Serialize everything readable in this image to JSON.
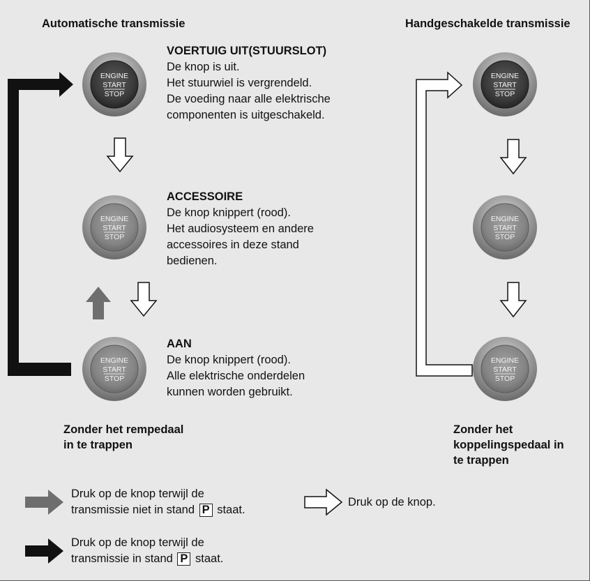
{
  "automatic": {
    "title": "Automatische transmissie",
    "states": [
      {
        "heading": "VOERTUIG UIT(STUURSLOT)",
        "lines": [
          "De knop is uit.",
          "Het stuurwiel is vergrendeld.",
          "De voeding naar alle elektrische",
          "componenten is uitgeschakeld."
        ]
      },
      {
        "heading": "ACCESSOIRE",
        "lines": [
          "De knop knippert (rood).",
          "Het audiosysteem en andere",
          "accessoires in deze stand",
          "bedienen."
        ]
      },
      {
        "heading": "AAN",
        "lines": [
          "De knop knippert (rood).",
          "Alle elektrische onderdelen",
          "kunnen worden gebruikt."
        ]
      }
    ],
    "footer": [
      "Zonder het rempedaal",
      "in te trappen"
    ]
  },
  "manual": {
    "title": "Handgeschakelde transmissie",
    "footer": [
      "Zonder het",
      "koppelingspedaal in",
      "te trappen"
    ]
  },
  "button_label": {
    "line1": "ENGINE",
    "line2": "START",
    "line3": "STOP"
  },
  "legend": {
    "gray_arrow": {
      "line1": "Druk op de knop terwijl de",
      "line2_before": "transmissie niet in stand",
      "key": "P",
      "line2_after": "staat."
    },
    "white_arrow": {
      "text": "Druk op de knop."
    },
    "black_arrow": {
      "line1": "Druk op de knop terwijl de",
      "line2_before": "transmissie in stand",
      "key": "P",
      "line2_after": "staat."
    }
  },
  "colors": {
    "background": "#e8e8e8",
    "button_dark": "#3a3a3a",
    "button_light": "#8a8a8a",
    "arrow_gray": "#6e6e6e",
    "arrow_black": "#111111"
  }
}
